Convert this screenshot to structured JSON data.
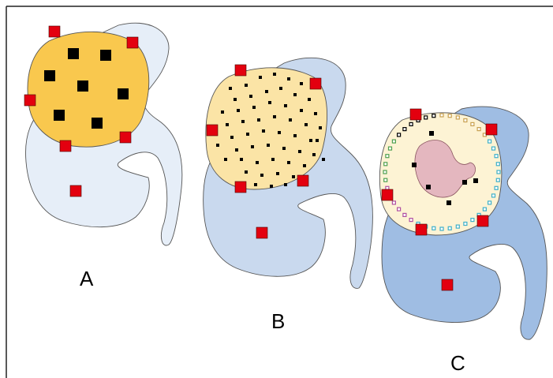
{
  "panels": [
    {
      "label": "A"
    },
    {
      "label": "B"
    },
    {
      "label": "C"
    }
  ],
  "colors": {
    "kidney_a": "#e6eef8",
    "kidney_b": "#c9d9ee",
    "kidney_c": "#9fbde3",
    "tumor_a": "#f9c84e",
    "tumor_b": "#fbe4a6",
    "tumor_c": "#fdf3d4",
    "necrosis": "#e4b7bf",
    "marker": "#e3000f",
    "particle": "#000000",
    "outline": "#555555"
  }
}
